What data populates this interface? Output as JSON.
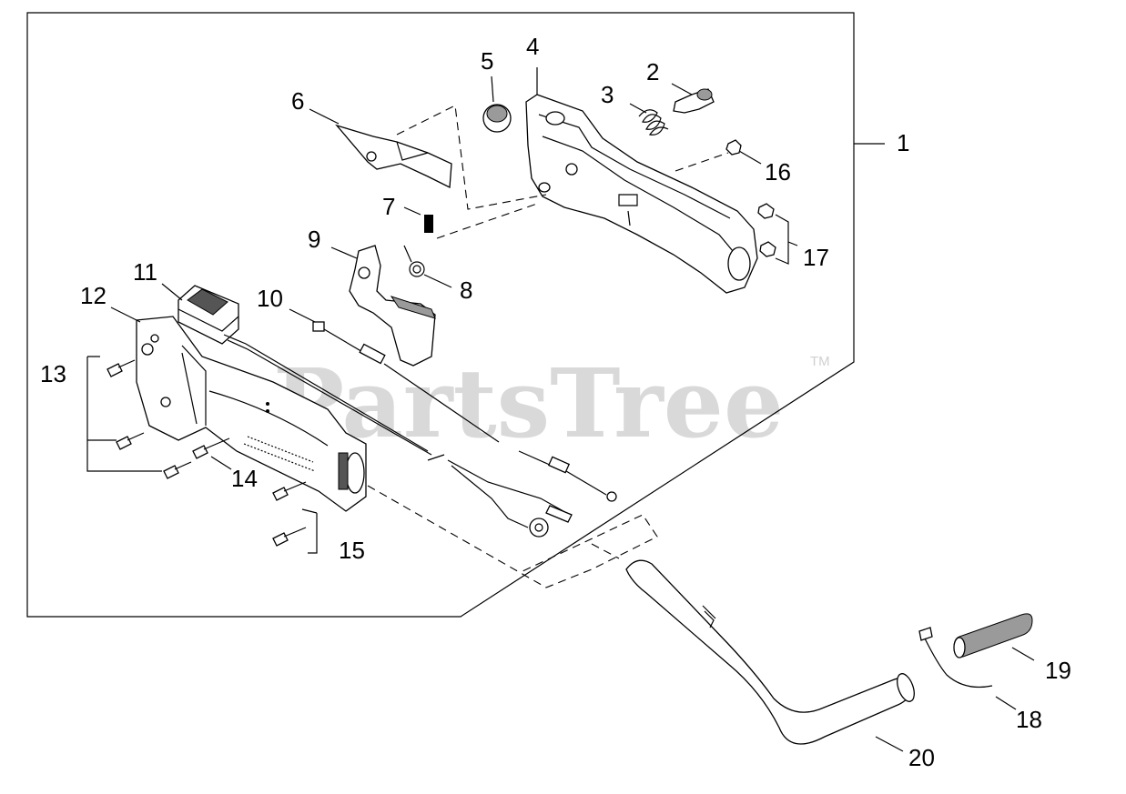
{
  "watermark": {
    "brand": "PartsTree",
    "trademark": "TM"
  },
  "callouts": [
    {
      "id": "c1",
      "label": "1"
    },
    {
      "id": "c2",
      "label": "2"
    },
    {
      "id": "c3",
      "label": "3"
    },
    {
      "id": "c4",
      "label": "4"
    },
    {
      "id": "c5",
      "label": "5"
    },
    {
      "id": "c6",
      "label": "6"
    },
    {
      "id": "c7",
      "label": "7"
    },
    {
      "id": "c8",
      "label": "8"
    },
    {
      "id": "c9",
      "label": "9"
    },
    {
      "id": "c10",
      "label": "10"
    },
    {
      "id": "c11",
      "label": "11"
    },
    {
      "id": "c12",
      "label": "12"
    },
    {
      "id": "c13",
      "label": "13"
    },
    {
      "id": "c14",
      "label": "14"
    },
    {
      "id": "c15",
      "label": "15"
    },
    {
      "id": "c16",
      "label": "16"
    },
    {
      "id": "c17",
      "label": "17"
    },
    {
      "id": "c18",
      "label": "18"
    },
    {
      "id": "c19",
      "label": "19"
    },
    {
      "id": "c20",
      "label": "20"
    }
  ]
}
